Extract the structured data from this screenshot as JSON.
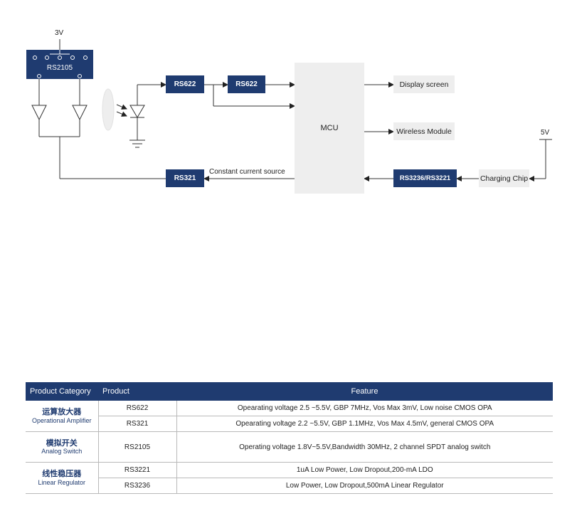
{
  "diagram": {
    "supply_3v": "3V",
    "supply_5v": "5V",
    "switch": "RS2105",
    "amp1": "RS622",
    "amp2": "RS622",
    "mcu": "MCU",
    "display": "Display screen",
    "wireless": "Wireless Module",
    "current_amp": "RS321",
    "current_label": "Constant current source",
    "regulator": "RS3236/RS3221",
    "charging": "Charging Chip"
  },
  "table": {
    "headers": {
      "category": "Product Category",
      "product": "Product",
      "feature": "Feature"
    },
    "categories": {
      "opamp_zh": "运算放大器",
      "opamp_en": "Operational Amplifier",
      "switch_zh": "模拟开关",
      "switch_en": "Analog Switch",
      "ldo_zh": "线性稳压器",
      "ldo_en": "Linear Regulator"
    },
    "rows": [
      {
        "product": "RS622",
        "feature": "Opearating voltage 2.5 ~5.5V, GBP 7MHz,  Vos Max 3mV, Low noise CMOS OPA"
      },
      {
        "product": "RS321",
        "feature": "Opearating voltage 2.2 ~5.5V, GBP 1.1MHz,  Vos Max 4.5mV, general CMOS OPA"
      },
      {
        "product": "RS2105",
        "feature": "Operating voltage 1.8V~5.5V,Bandwidth 30MHz, 2 channel SPDT analog switch"
      },
      {
        "product": "RS3221",
        "feature": "1uA Low Power, Low Dropout,200-mA  LDO"
      },
      {
        "product": "RS3236",
        "feature": "Low Power, Low Dropout,500mA Linear Regulator"
      }
    ]
  }
}
